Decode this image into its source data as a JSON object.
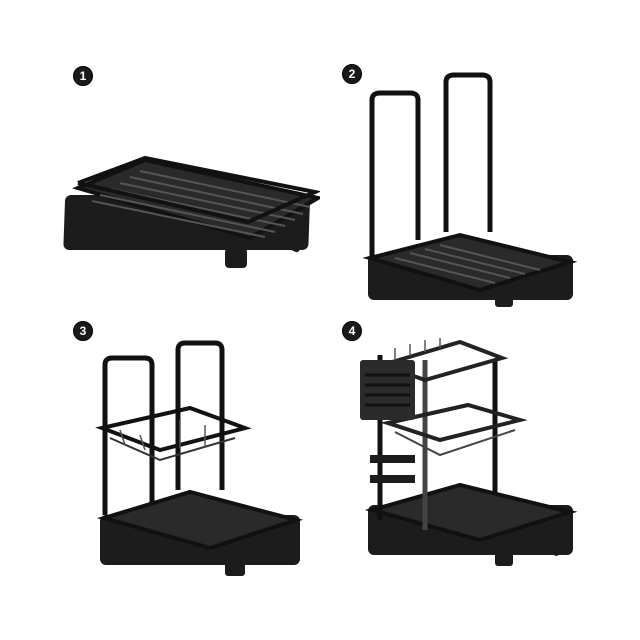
{
  "figure": {
    "type": "assembly-steps",
    "subject": "dish drying rack",
    "colors": {
      "metal": "#1c1c1c",
      "background": "#ffffff",
      "badge": "#1a1a1a"
    },
    "steps": [
      {
        "number": "1",
        "description": "base drip tray with rim frame"
      },
      {
        "number": "2",
        "description": "tray with two vertical upright handles"
      },
      {
        "number": "3",
        "description": "wire basket shelf added to uprights"
      },
      {
        "number": "4",
        "description": "top dish rack, basket shelf and knife/utensil holder attached"
      }
    ]
  }
}
